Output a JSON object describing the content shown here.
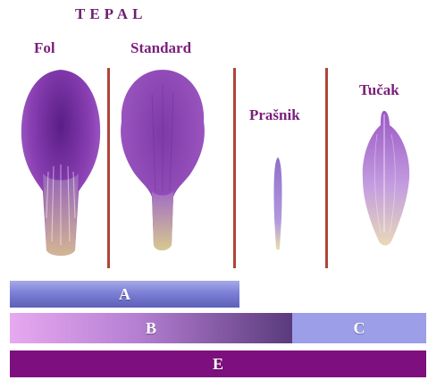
{
  "title": "TEPAL",
  "labels": {
    "fol": "Fol",
    "standard": "Standard",
    "prasnik": "Prašnik",
    "tucak": "Tučak"
  },
  "bars": {
    "a": "A",
    "b": "B",
    "c": "C",
    "e": "E"
  },
  "colors": {
    "petal_purple": "#8a3fb3",
    "divider_red": "#b0443a",
    "bar_a": "#7d80d6",
    "bar_b_start": "#e7a9f0",
    "bar_b_end": "#5a3a7c",
    "bar_c": "#9c9ee8",
    "bar_e": "#7e0f7e"
  }
}
